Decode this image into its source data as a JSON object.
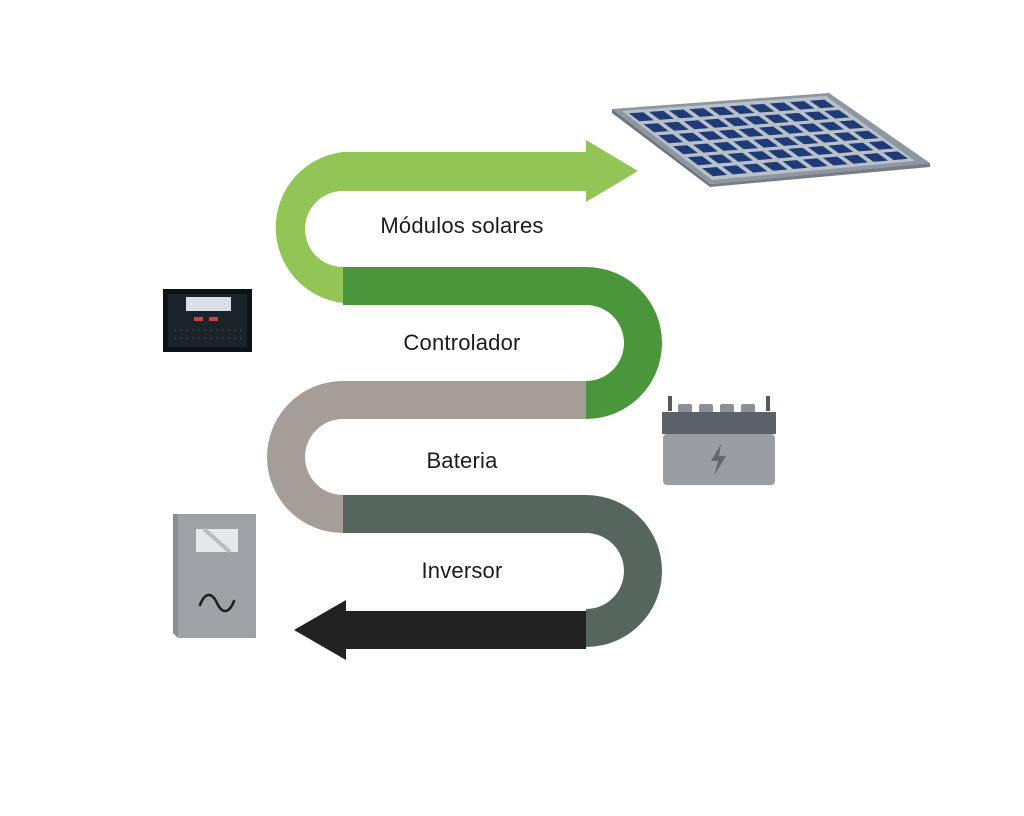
{
  "stages": [
    {
      "label": "Módulos solares",
      "color": "#93c556"
    },
    {
      "label": "Controlador",
      "color": "#4b963b"
    },
    {
      "label": "Bateria",
      "color": "#a59d97"
    },
    {
      "label": "Inversor",
      "color": "#56665f"
    }
  ],
  "output_arrow_color": "#222222",
  "icons": [
    "solar-panel-icon",
    "charge-controller-icon",
    "battery-icon",
    "inverter-icon"
  ]
}
